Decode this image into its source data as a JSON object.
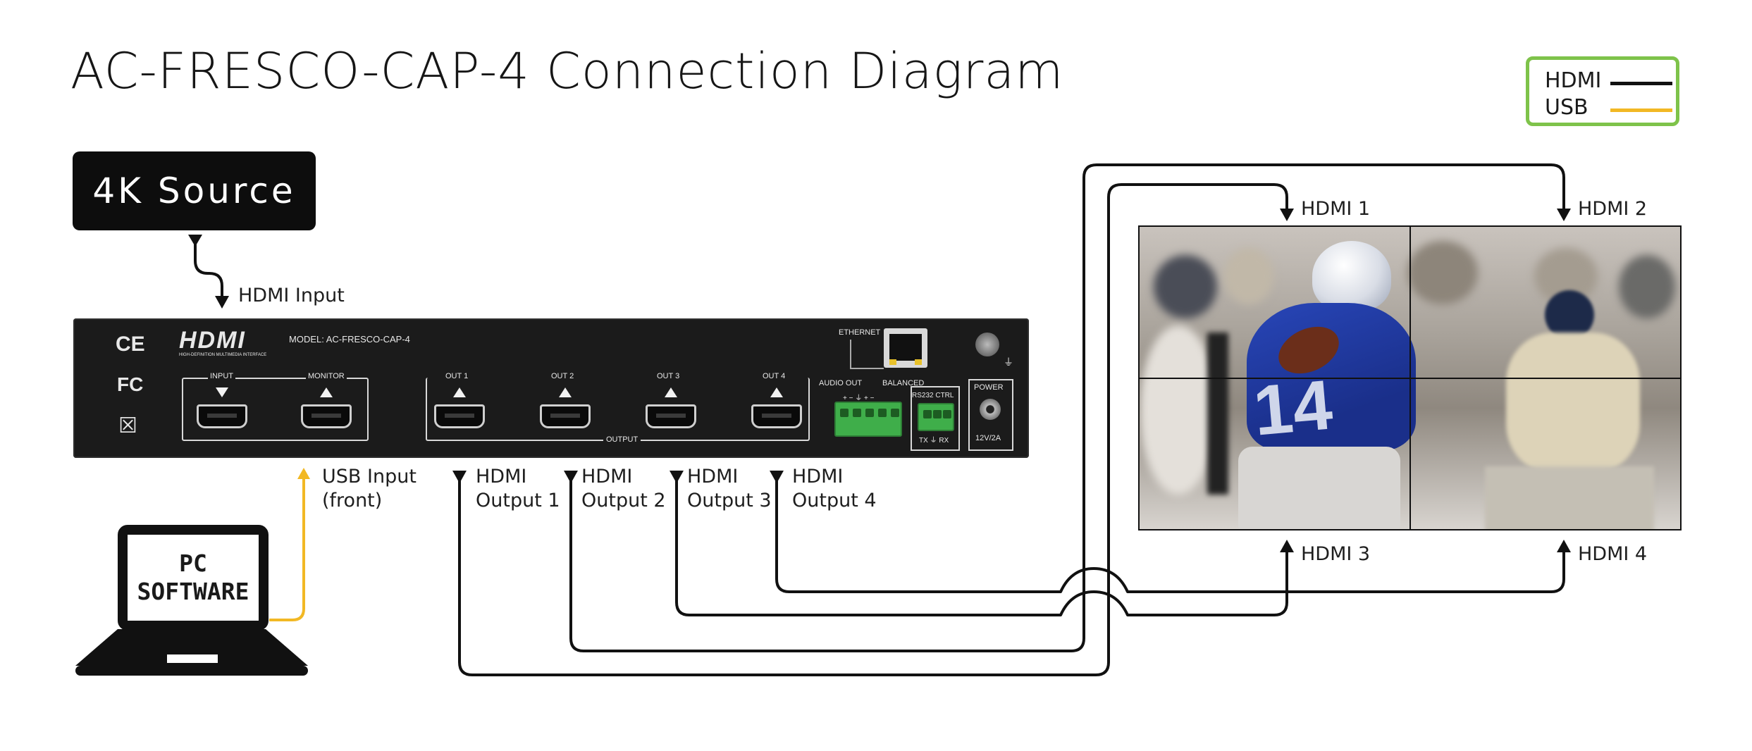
{
  "title": "AC-FRESCO-CAP-4 Connection Diagram",
  "legend": {
    "items": [
      {
        "label": "HDMI",
        "color": "#111111"
      },
      {
        "label": "USB",
        "color": "#f2b824"
      }
    ],
    "border_color": "#7ec34a"
  },
  "source": {
    "label": "4K Source"
  },
  "labels": {
    "hdmi_input": "HDMI Input",
    "usb_input_line1": "USB Input",
    "usb_input_line2": "(front)",
    "out1_line1": "HDMI",
    "out1_line2": "Output 1",
    "out2_line1": "HDMI",
    "out2_line2": "Output 2",
    "out3_line1": "HDMI",
    "out3_line2": "Output 3",
    "out4_line1": "HDMI",
    "out4_line2": "Output 4",
    "screen_in1": "HDMI 1",
    "screen_in2": "HDMI 2",
    "screen_in3": "HDMI 3",
    "screen_in4": "HDMI 4"
  },
  "device": {
    "logo": "HDMI",
    "logo_sub": "HIGH-DEFINITION MULTIMEDIA INTERFACE",
    "model": "MODEL:  AC-FRESCO-CAP-4",
    "ce": "CE",
    "fc": "FC",
    "weee": "☒",
    "input": "INPUT",
    "monitor": "MONITOR",
    "out1": "OUT 1",
    "out2": "OUT 2",
    "out3": "OUT 3",
    "out4": "OUT 4",
    "output": "OUTPUT",
    "ethernet": "ETHERNET",
    "audio_out": "AUDIO OUT",
    "balanced": "BALANCED",
    "audio_pins": "+  −  ⏚  +  −",
    "rs232": "RS232  CTRL",
    "txrx": "TX  ⏚  RX",
    "power": "POWER",
    "power_rating": "12V/2A"
  },
  "laptop": {
    "line1": "PC",
    "line2": "SOFTWARE"
  },
  "colors": {
    "hdmi_line": "#111111",
    "usb_line": "#f2b824",
    "device": "#1b1b1b",
    "terminal": "#3fae4a"
  }
}
